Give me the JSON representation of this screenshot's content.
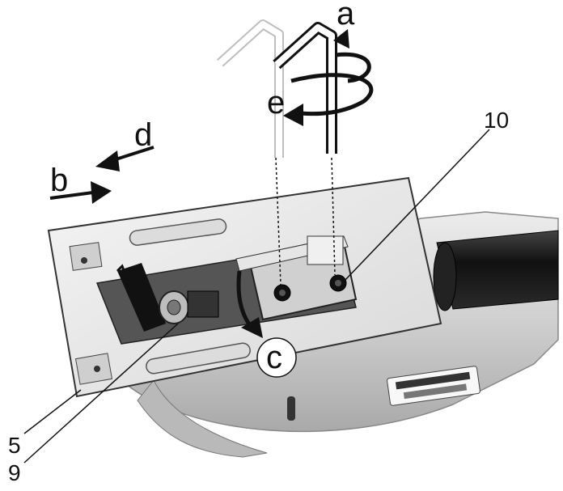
{
  "labels": {
    "a": "a",
    "b": "b",
    "c": "c",
    "d": "d",
    "e": "e",
    "n5": "5",
    "n9": "9",
    "n10": "10"
  },
  "colors": {
    "tool_body": "#d6d6d6",
    "tool_dark": "#1a1a1a",
    "plate": "#e9e9e9",
    "outline": "#222222",
    "arrow": "#111111"
  },
  "icons": {
    "hex_key_ghost": "allen-key-icon",
    "hex_key": "allen-key-icon",
    "rotate_arrow": "curved-arrow-icon"
  }
}
